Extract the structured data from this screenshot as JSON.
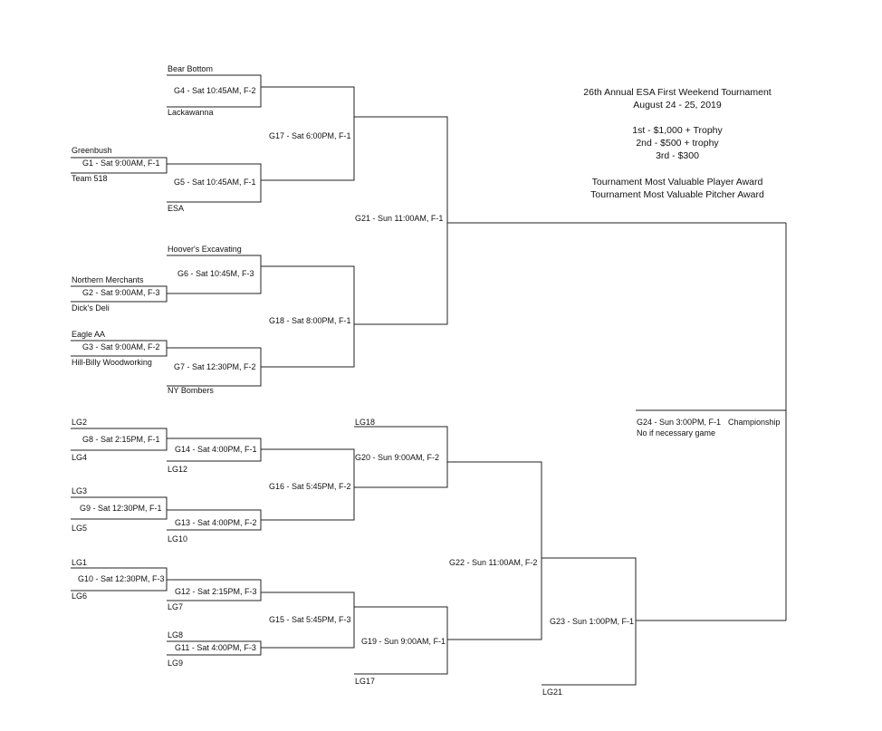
{
  "info": {
    "title": "26th Annual ESA First Weekend Tournament",
    "dates": "August 24 - 25, 2019",
    "prize_1st": "1st  - $1,000 + Trophy",
    "prize_2nd": "2nd - $500 + trophy",
    "prize_3rd": "3rd - $300",
    "award_mvp": "Tournament Most Valuable Player Award",
    "award_pitcher": "Tournament Most Valuable Pitcher Award"
  },
  "games": {
    "g1": "G1 - Sat 9:00AM, F-1",
    "g2": "G2 - Sat 9:00AM, F-3",
    "g3": "G3 - Sat 9:00AM, F-2",
    "g4": "G4 - Sat  10:45AM, F-2",
    "g5": "G5 - Sat  10:45AM, F-1",
    "g6": "G6 - Sat  10:45M, F-3",
    "g7": "G7 - Sat  12:30PM, F-2",
    "g8": "G8 - Sat 2:15PM, F-1",
    "g9": "G9 - Sat 12:30PM, F-1",
    "g10": "G10 - Sat 12:30PM, F-3",
    "g11": "G11 - Sat 4:00PM, F-3",
    "g12": "G12 - Sat 2:15PM, F-3",
    "g13": "G13 - Sat 4:00PM, F-2",
    "g14": "G14 - Sat 4:00PM, F-1",
    "g15": "G15 - Sat 5:45PM, F-3",
    "g16": "G16 - Sat 5:45PM, F-2",
    "g17": "G17 - Sat 6:00PM, F-1",
    "g18": "G18 - Sat 8:00PM, F-1",
    "g19": "G19 - Sun 9:00AM, F-1",
    "g20": "G20 - Sun 9:00AM, F-2",
    "g21": "G21 - Sun 11:00AM, F-1",
    "g22": "G22 - Sun 11:00AM, F-2",
    "g23": "G23 - Sun 1:00PM, F-1",
    "g24": "G24 - Sun 3:00PM, F-1",
    "g24_note": "No if necessary game",
    "championship": "Championship"
  },
  "teams": {
    "bear_bottom": "Bear Bottom",
    "lackawanna": "Lackawanna",
    "greenbush": "Greenbush",
    "team518": "Team 518",
    "esa": "ESA",
    "hoovers": "Hoover's Excavating",
    "northern": "Northern Merchants",
    "dicks": "Dick's Deli",
    "eagle": "Eagle AA",
    "hillbilly": "Hill-Billy Woodworking",
    "nybombers": "NY Bombers"
  },
  "losers": {
    "lg2": "LG2",
    "lg4": "LG4",
    "lg12": "LG12",
    "lg3": "LG3",
    "lg5": "LG5",
    "lg10": "LG10",
    "lg1": "LG1",
    "lg6": "LG6",
    "lg7": "LG7",
    "lg8": "LG8",
    "lg9": "LG9",
    "lg18": "LG18",
    "lg17": "LG17",
    "lg21": "LG21"
  }
}
